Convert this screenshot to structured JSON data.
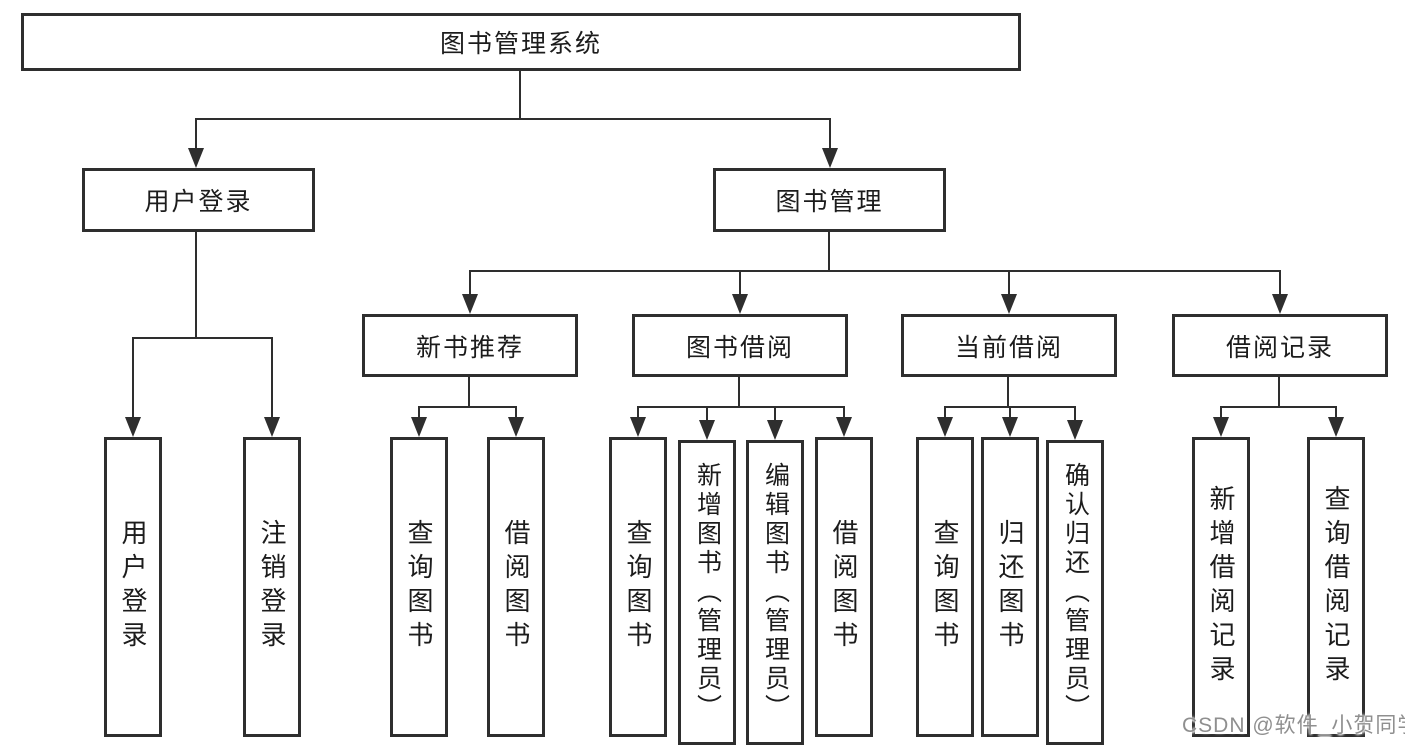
{
  "diagram": {
    "tree": {
      "label": "图书管理系统",
      "children": [
        {
          "label": "用户登录",
          "children": [
            {
              "label": "用户登录"
            },
            {
              "label": "注销登录"
            }
          ]
        },
        {
          "label": "图书管理",
          "children": [
            {
              "label": "新书推荐",
              "children": [
                {
                  "label": "查询图书"
                },
                {
                  "label": "借阅图书"
                }
              ]
            },
            {
              "label": "图书借阅",
              "children": [
                {
                  "label": "查询图书"
                },
                {
                  "label": "新增图书（管理员）"
                },
                {
                  "label": "编辑图书（管理员）"
                },
                {
                  "label": "借阅图书"
                }
              ]
            },
            {
              "label": "当前借阅",
              "children": [
                {
                  "label": "查询图书"
                },
                {
                  "label": "归还图书"
                },
                {
                  "label": "确认归还（管理员）"
                }
              ]
            },
            {
              "label": "借阅记录",
              "children": [
                {
                  "label": "新增借阅记录"
                },
                {
                  "label": "查询借阅记录"
                }
              ]
            }
          ]
        }
      ]
    },
    "colors": {
      "line": "#2e2e2e",
      "box_border": "#2e2e2e",
      "text": "#1c1c1c",
      "background": "#ffffff",
      "watermark": "#8f8f8f"
    },
    "watermark": {
      "text": "CSDN @软件_小贺同学"
    }
  }
}
